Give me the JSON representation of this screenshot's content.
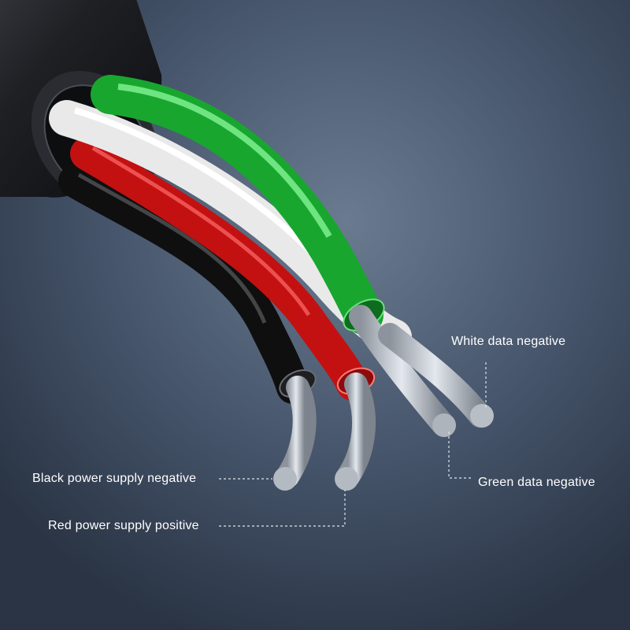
{
  "callouts": {
    "white": {
      "label": "White data negative"
    },
    "green": {
      "label": "Green data negative"
    },
    "black": {
      "label": "Black power supply negative"
    },
    "red": {
      "label": "Red power supply positive"
    }
  },
  "colors": {
    "background": "#3f4e61",
    "jacket": "#1c1e22",
    "green_wire": "#1ebe3a",
    "white_wire": "#f2f2f2",
    "red_wire": "#d41414",
    "black_wire": "#141414",
    "copper_strands": "#c9ced6",
    "leader_line": "#e8ecf2"
  }
}
